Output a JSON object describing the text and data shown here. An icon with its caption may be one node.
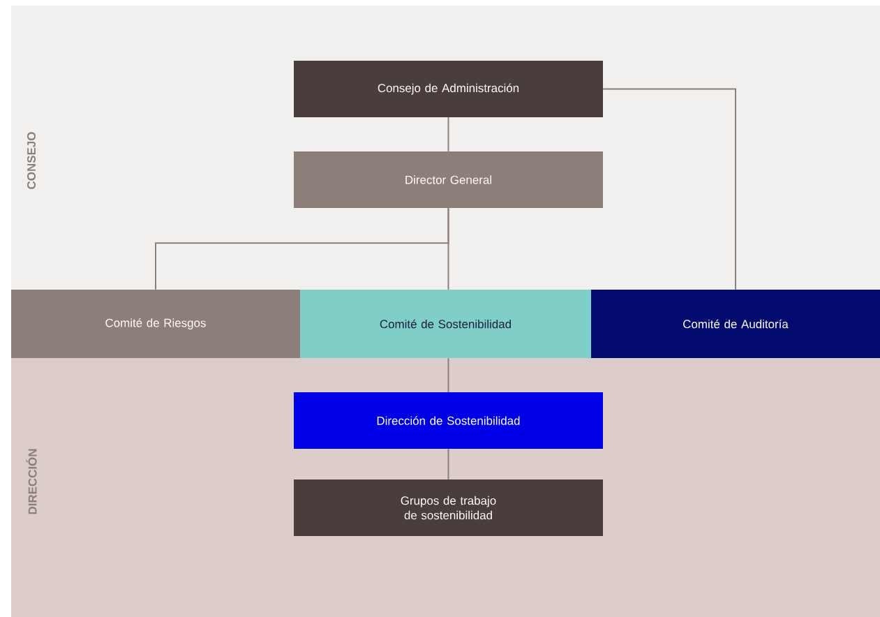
{
  "diagram": {
    "nodes": [
      {
        "text": [
          "CONSEJO"
        ]
      },
      {
        "text": [
          "Consejo de Administración"
        ],
        "in": 0
      },
      {
        "text": [
          "Director General"
        ],
        "in": 0
      },
      {
        "text": [
          "Comité de Riesgos"
        ]
      },
      {
        "text": [
          "Comité de Sostenibilidad"
        ]
      },
      {
        "text": [
          "Comité de Auditoría"
        ]
      },
      {
        "text": [
          "DIRECCIÓN"
        ]
      },
      {
        "text": [
          "Dirección de Sostenibilidad"
        ],
        "in": 6
      },
      {
        "text": [
          "Grupos de trabajo de sostenibilidad"
        ],
        "in": 6
      }
    ],
    "edges": [
      {
        "from": 1,
        "to": 2,
        "arrow": "none"
      },
      {
        "from": 2,
        "to": 3,
        "arrow": "none"
      },
      {
        "from": 2,
        "to": 4,
        "arrow": "none"
      },
      {
        "from": 1,
        "to": 5,
        "arrow": "none"
      },
      {
        "from": 4,
        "to": 7,
        "arrow": "none"
      },
      {
        "from": 7,
        "to": 8,
        "arrow": "none"
      }
    ]
  }
}
